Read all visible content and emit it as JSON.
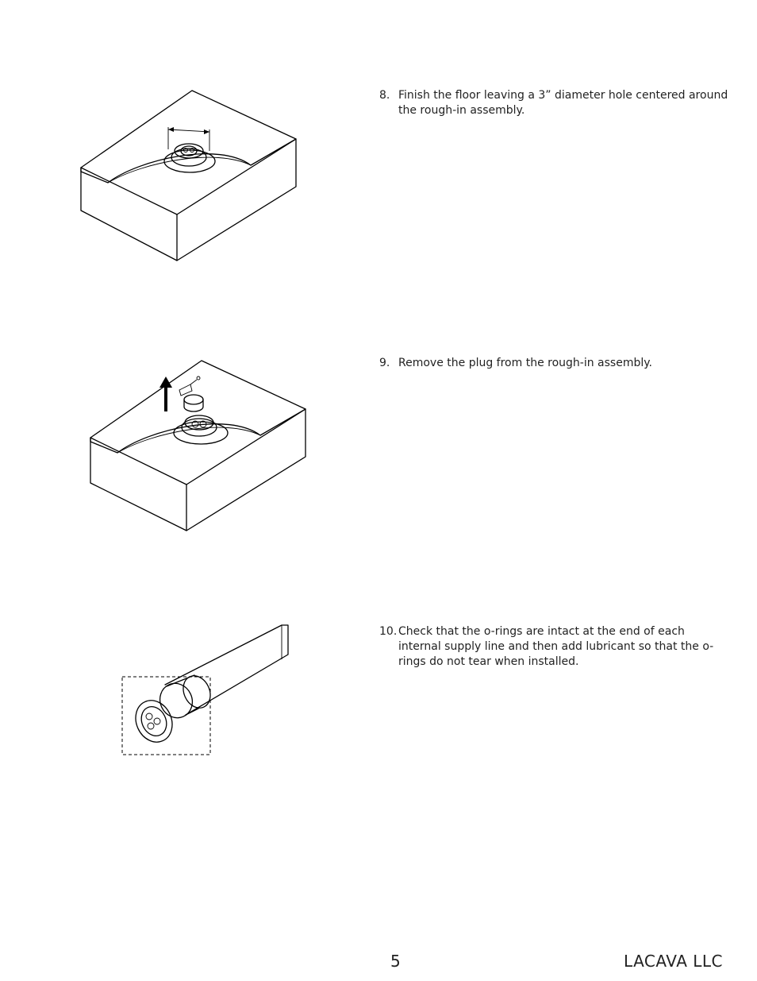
{
  "steps": [
    {
      "number": "8.",
      "text": "Finish the floor leaving a 3” diameter hole centered around the rough-in assembly."
    },
    {
      "number": "9.",
      "text": "Remove the plug from the rough-in assembly."
    },
    {
      "number": "10.",
      "text": "Check that the o-rings are intact at the end of each internal supply line and then add lubricant so that the o-rings do not tear when installed."
    }
  ],
  "footer": {
    "page_number": "5",
    "brand": "LACAVA LLC"
  }
}
